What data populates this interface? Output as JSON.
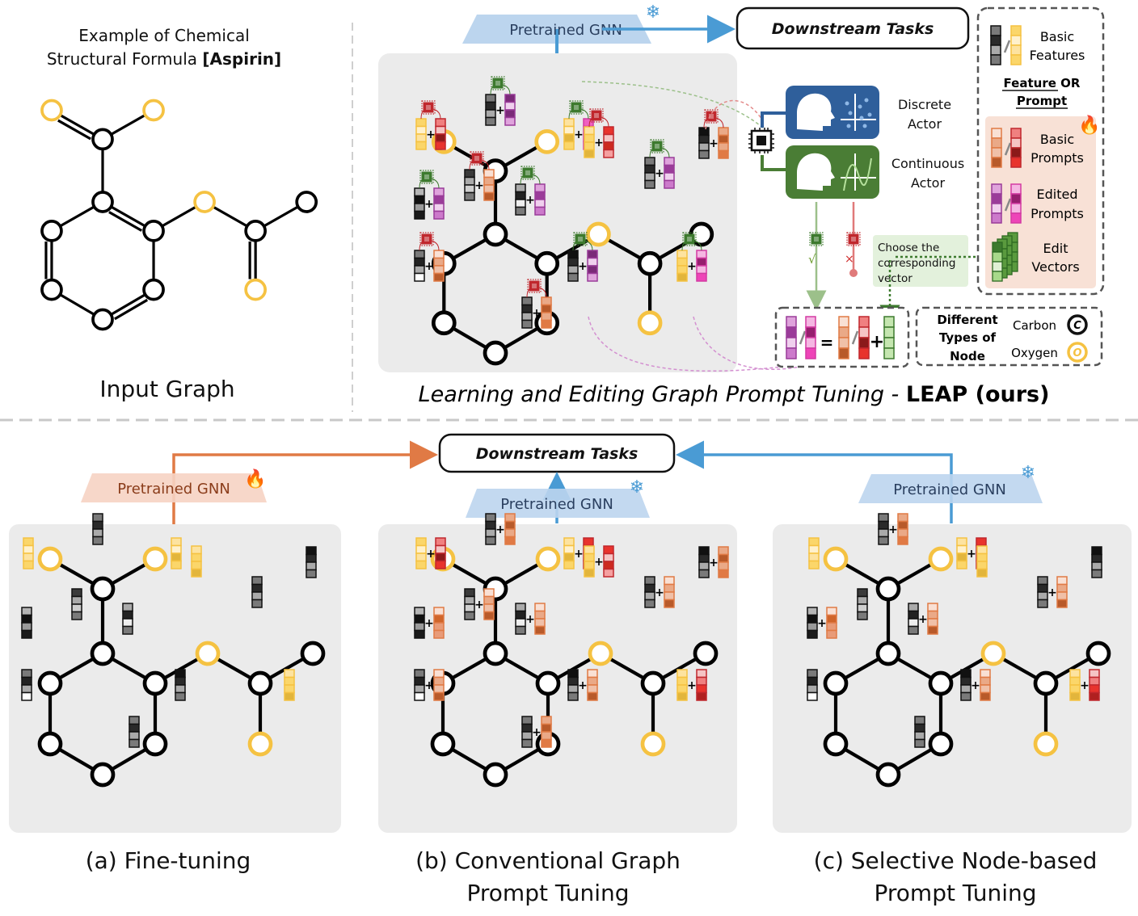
{
  "input_panel": {
    "title_line1": "Example of Chemical",
    "title_line2_prefix": "Structural Formula ",
    "title_line2_bold": "[Aspirin]",
    "caption": "Input Graph"
  },
  "leap_panel": {
    "pretrained_gnn": "Pretrained GNN",
    "downstream_tasks": "Downstream Tasks",
    "discrete_actor": [
      "Discrete",
      "Actor"
    ],
    "continuous_actor": [
      "Continuous",
      "Actor"
    ],
    "choose_note": [
      "Choose the",
      "corresponding",
      "vector"
    ],
    "check_mark": "√",
    "cross_mark": "×",
    "equation": {
      "equals": "=",
      "plus": "+",
      "slash": "/"
    },
    "caption_italic": "Learning and Editing Graph Prompt Tuning - ",
    "caption_bold": "LEAP (ours)"
  },
  "legend": {
    "basic_features": [
      "Basic",
      "Features"
    ],
    "feature_or_prompt": [
      "Feature OR",
      "Prompt"
    ],
    "basic_prompts": [
      "Basic",
      "Prompts"
    ],
    "edited_prompts": [
      "Edited",
      "Prompts"
    ],
    "edit_vectors": [
      "Edit",
      "Vectors"
    ],
    "node_types_title": [
      "Different",
      "Types of",
      "Node"
    ],
    "carbon": "Carbon",
    "carbon_symbol": "C",
    "oxygen": "Oxygen",
    "oxygen_symbol": "O"
  },
  "bottom": {
    "downstream_tasks": "Downstream Tasks",
    "panels": [
      {
        "gnn": "Pretrained GNN",
        "gnn_state": "trainable (fire)",
        "caption": [
          "(a) Fine-tuning"
        ]
      },
      {
        "gnn": "Pretrained GNN",
        "gnn_state": "frozen (snowflake)",
        "caption": [
          "(b) Conventional Graph",
          "Prompt Tuning"
        ]
      },
      {
        "gnn": "Pretrained GNN",
        "gnn_state": "frozen (snowflake)",
        "caption": [
          "(c) Selective Node-based",
          "Prompt Tuning"
        ]
      }
    ]
  },
  "colors": {
    "carbon": "#000000",
    "oxygen": "#f5c242",
    "frozen_blue": "#bcd5ee",
    "frozen_text": "#2a3f5f",
    "train_orange": "#f6d3c3",
    "train_text": "#8a3c1a",
    "arrow_blue": "#4a9bd4",
    "arrow_orange": "#e07a45",
    "panel_gray": "#ebebeb",
    "discrete_blue": "#2f5f9b",
    "continuous_green": "#4a7d35",
    "note_green": "#e3f1dc",
    "prompt_bg": "#f8e1d6"
  },
  "molecule": {
    "atoms": [
      {
        "id": "O1",
        "type": "oxygen"
      },
      {
        "id": "O2",
        "type": "oxygen"
      },
      {
        "id": "C1",
        "type": "carbon"
      },
      {
        "id": "C2",
        "type": "carbon"
      },
      {
        "id": "C3",
        "type": "carbon"
      },
      {
        "id": "C4",
        "type": "carbon"
      },
      {
        "id": "C5",
        "type": "carbon"
      },
      {
        "id": "C6",
        "type": "carbon"
      },
      {
        "id": "C7",
        "type": "carbon"
      },
      {
        "id": "O3",
        "type": "oxygen"
      },
      {
        "id": "C8",
        "type": "carbon"
      },
      {
        "id": "C9",
        "type": "carbon"
      },
      {
        "id": "O4",
        "type": "oxygen"
      }
    ],
    "bonds": [
      [
        "O1",
        "C1",
        2
      ],
      [
        "O2",
        "C1",
        1
      ],
      [
        "C1",
        "C2",
        1
      ],
      [
        "C2",
        "C3",
        2
      ],
      [
        "C2",
        "C4",
        1
      ],
      [
        "C4",
        "C5",
        2
      ],
      [
        "C5",
        "C6",
        1
      ],
      [
        "C6",
        "C7",
        2
      ],
      [
        "C7",
        "C3",
        1
      ],
      [
        "C3",
        "O3",
        1
      ],
      [
        "O3",
        "C8",
        1
      ],
      [
        "C8",
        "C9",
        1
      ],
      [
        "C8",
        "O4",
        2
      ]
    ]
  }
}
